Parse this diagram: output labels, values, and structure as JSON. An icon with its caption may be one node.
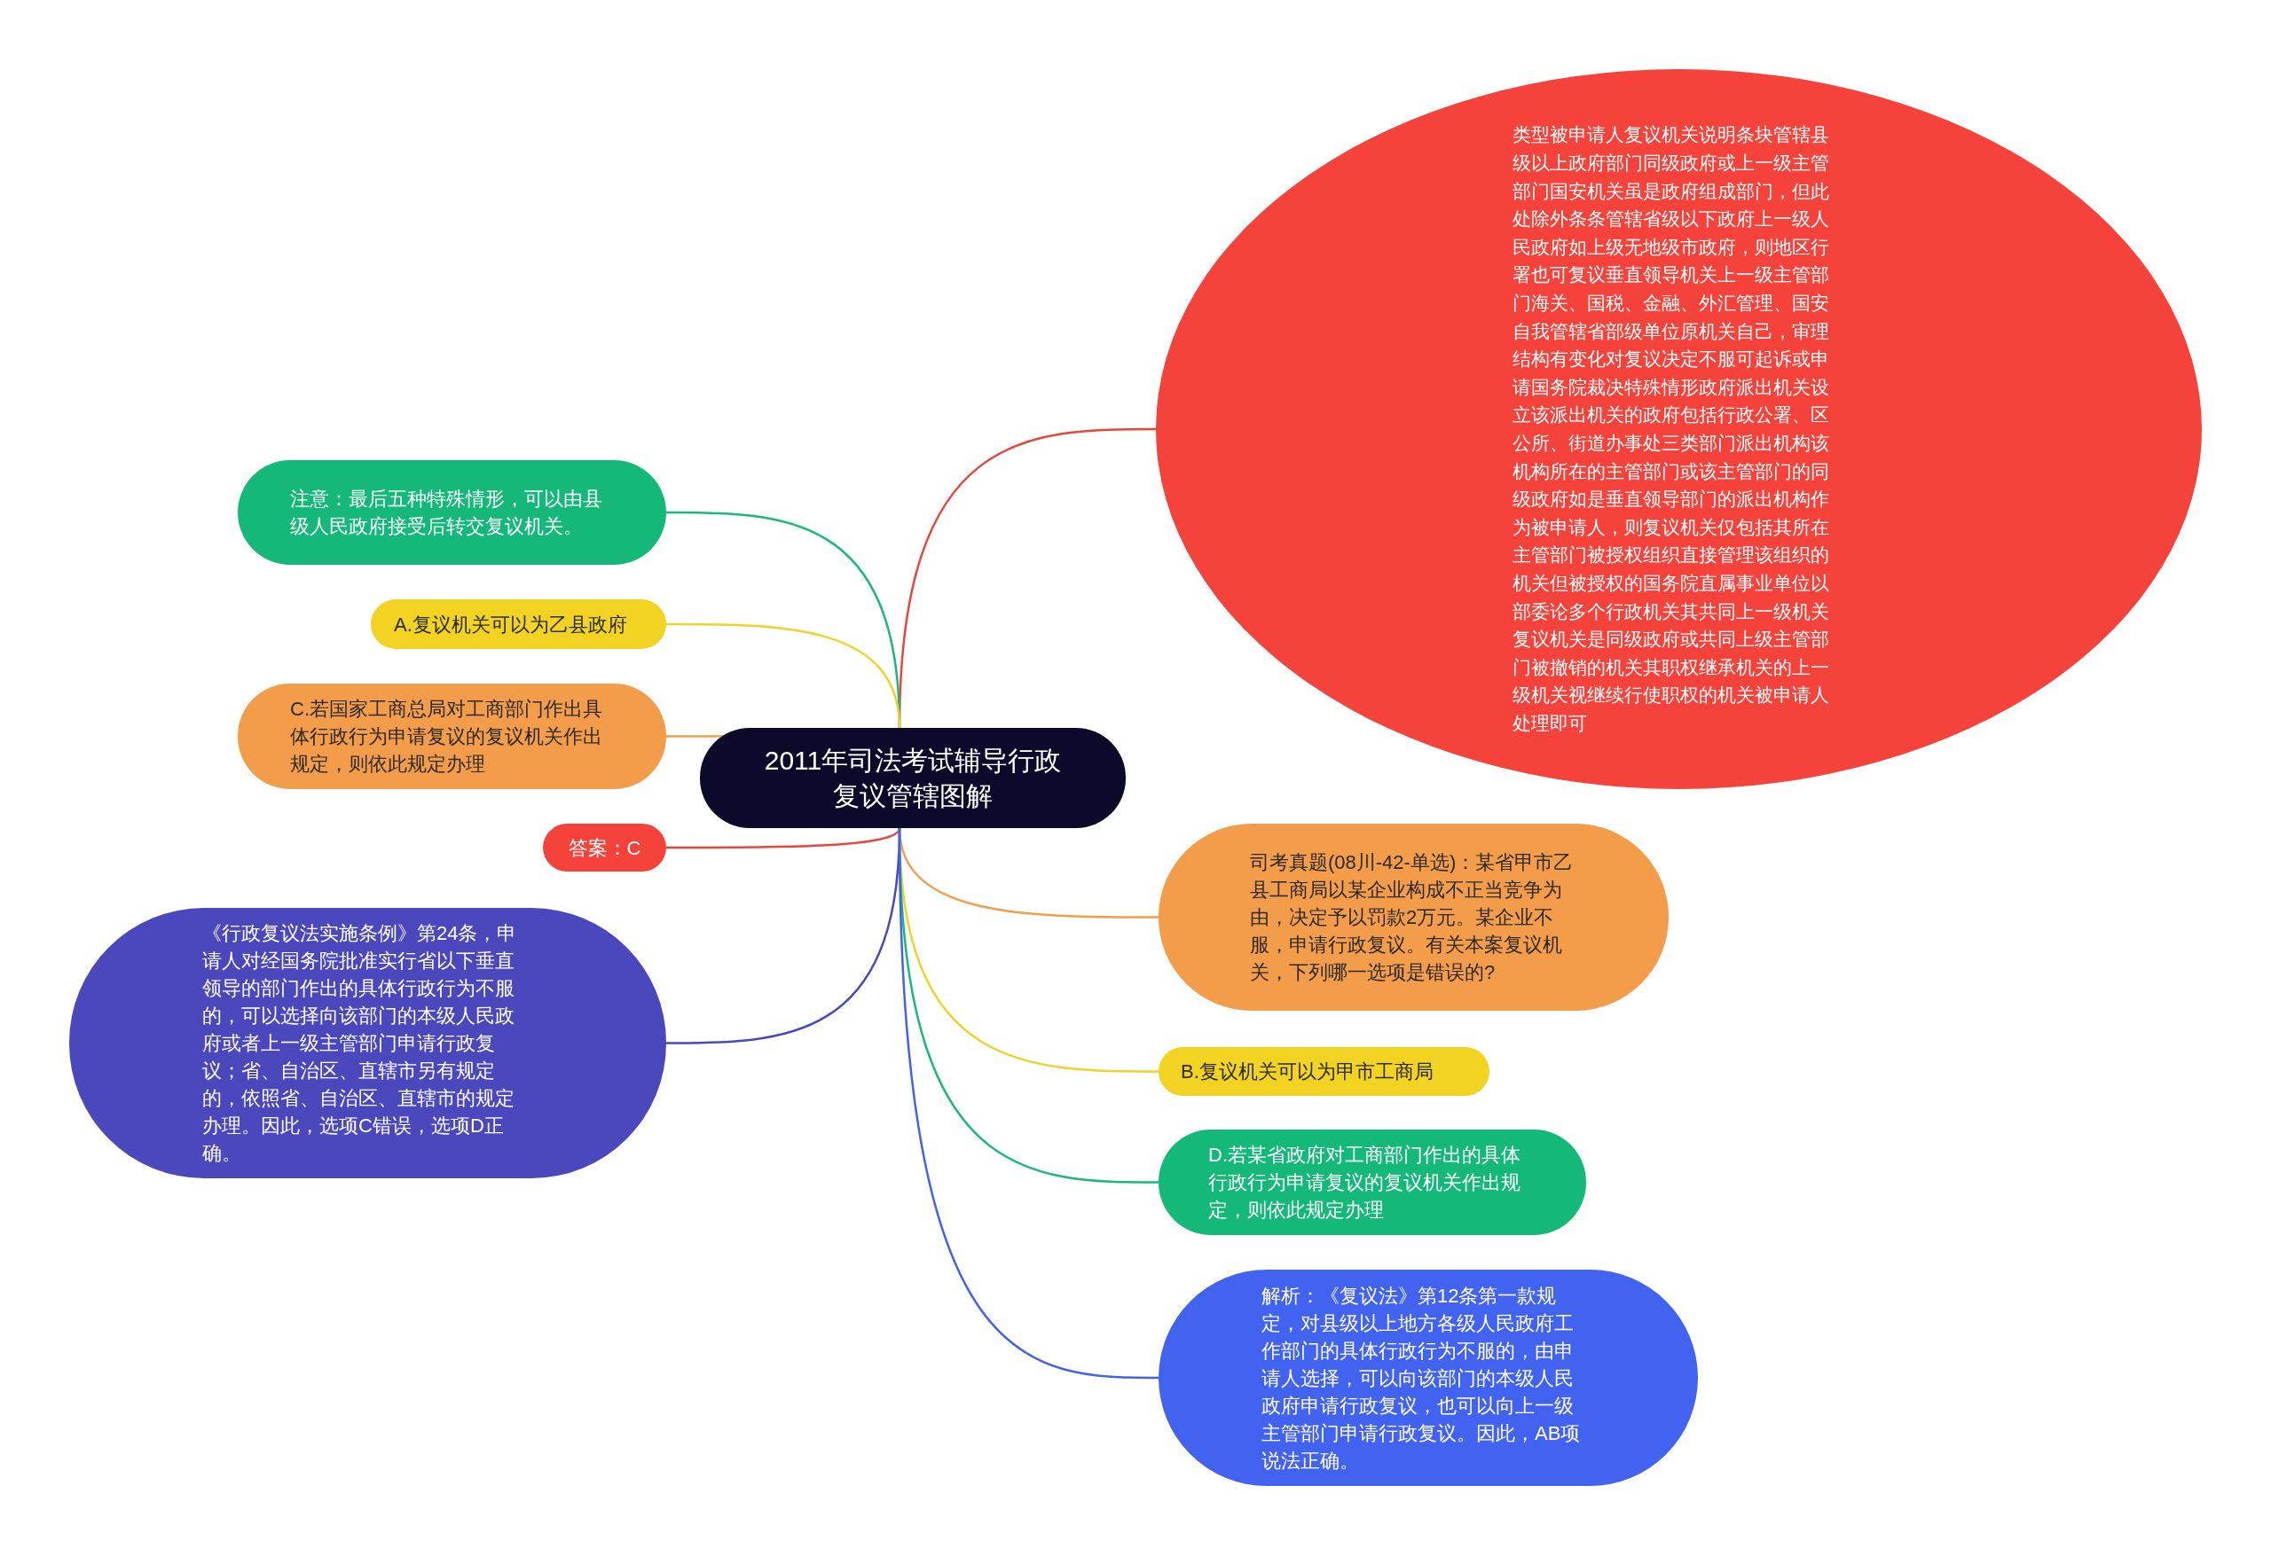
{
  "diagram": {
    "nodes": [
      {
        "text": [
          "2011年司法考试辅导行政复议管辖图解"
        ]
      },
      {
        "text": [
          "类型被申请人复议机关说明条块管辖县级以上政府部门同级政府或上一级主管部门国安机关虽是政府组成部门，但此处除外条条管辖省级以下政府上一级人民政府如上级无地级市政府，则地区行署也可复议垂直领导机关上一级主管部门海关、国税、金融、外汇管理、国安自我管辖省部级单位原机关自己，审理结构有变化对复议决定不服可起诉或申请国务院裁决特殊情形政府派出机关设立该派出机关的政府包括行政公署、区公所、街道办事处三类部门派出机构该机构所在的主管部门或该主管部门的同级政府如是垂直领导部门的派出机构作为被申请人，则复议机关仅包括其所在主管部门被授权组织直接管理该组织的机关但被授权的国务院直属事业单位以部委论多个行政机关其共同上一级机关复议机关是同级政府或共同上级主管部门被撤销的机关其职权继承机关的上一级机关视继续行使职权的机关被申请人处理即可"
        ]
      },
      {
        "text": [
          "注意：最后五种特殊情形，可以由县级人民政府接受后转交复议机关。"
        ]
      },
      {
        "text": [
          "A.复议机关可以为乙县政府"
        ]
      },
      {
        "text": [
          "C.若国家工商总局对工商部门作出具体行政行为申请复议的复议机关作出规定，则依此规定办理"
        ]
      },
      {
        "text": [
          "答案：C"
        ]
      },
      {
        "text": [
          "司考真题(08川-42-单选)：某省甲市乙县工商局以某企业构成不正当竞争为由，决定予以罚款2万元。某企业不服，申请行政复议。有关本案复议机关，下列哪一选项是错误的?"
        ]
      },
      {
        "text": [
          "《行政复议法实施条例》第24条，申请人对经国务院批准实行省以下垂直领导的部门作出的具体行政行为不服的，可以选择向该部门的本级人民政府或者上一级主管部门申请行政复议；省、自治区、直辖市另有规定的，依照省、自治区、直辖市的规定办理。因此，选项C错误，选项D正确。"
        ]
      },
      {
        "text": [
          "B.复议机关可以为甲市工商局"
        ]
      },
      {
        "text": [
          "D.若某省政府对工商部门作出的具体行政行为申请复议的复议机关作出规定，则依此规定办理"
        ]
      },
      {
        "text": [
          "解析：《复议法》第12条第一款规定，对县级以上地方各级人民政府工作部门的具体行政行为不服的，由申请人选择，可以向该部门的本级人民政府申请行政复议，也可以向上一级主管部门申请行政复议。因此，AB项说法正确。"
        ]
      }
    ],
    "edges": [
      {
        "from": 0,
        "to": 1,
        "arrow": "none",
        "color": "#e8463c"
      },
      {
        "from": 0,
        "to": 2,
        "arrow": "none",
        "color": "#18b97b"
      },
      {
        "from": 0,
        "to": 3,
        "arrow": "none",
        "color": "#f0d228"
      },
      {
        "from": 0,
        "to": 4,
        "arrow": "none",
        "color": "#f29d4a"
      },
      {
        "from": 0,
        "to": 5,
        "arrow": "none",
        "color": "#e8463c"
      },
      {
        "from": 0,
        "to": 6,
        "arrow": "none",
        "color": "#f29d4a"
      },
      {
        "from": 0,
        "to": 7,
        "arrow": "none",
        "color": "#4b47bd"
      },
      {
        "from": 0,
        "to": 8,
        "arrow": "none",
        "color": "#f0d228"
      },
      {
        "from": 0,
        "to": 9,
        "arrow": "none",
        "color": "#18b97b"
      },
      {
        "from": 0,
        "to": 10,
        "arrow": "none",
        "color": "#4262f0"
      }
    ]
  }
}
